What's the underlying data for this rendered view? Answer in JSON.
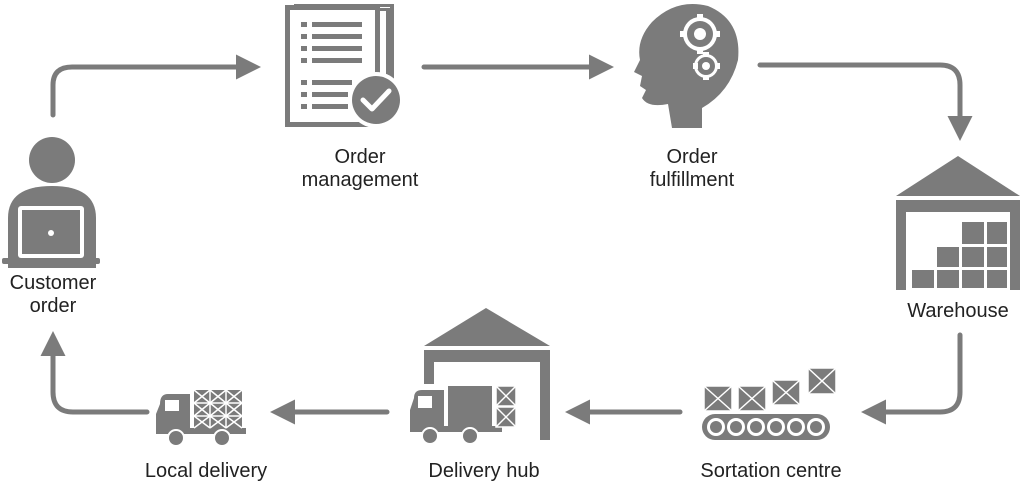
{
  "colors": {
    "icon": "#7b7b7b",
    "arrow": "#7b7b7b",
    "text": "#222222",
    "check": "#ffffff"
  },
  "nodes": {
    "customer_order": {
      "label_lines": [
        "Customer",
        "order"
      ],
      "icon": "person-laptop-icon"
    },
    "order_management": {
      "label_lines": [
        "Order",
        "management"
      ],
      "icon": "checklist-document-icon"
    },
    "order_fulfillment": {
      "label_lines": [
        "Order",
        "fulfillment"
      ],
      "icon": "head-gears-icon"
    },
    "warehouse": {
      "label_lines": [
        "Warehouse"
      ],
      "icon": "warehouse-icon"
    },
    "sortation_centre": {
      "label_lines": [
        "Sortation centre"
      ],
      "icon": "conveyor-boxes-icon"
    },
    "delivery_hub": {
      "label_lines": [
        "Delivery hub"
      ],
      "icon": "delivery-hub-icon"
    },
    "local_delivery": {
      "label_lines": [
        "Local delivery"
      ],
      "icon": "delivery-truck-icon"
    }
  },
  "edges": [
    {
      "from": "customer_order",
      "to": "order_management"
    },
    {
      "from": "order_management",
      "to": "order_fulfillment"
    },
    {
      "from": "order_fulfillment",
      "to": "warehouse"
    },
    {
      "from": "warehouse",
      "to": "sortation_centre"
    },
    {
      "from": "sortation_centre",
      "to": "delivery_hub"
    },
    {
      "from": "delivery_hub",
      "to": "local_delivery"
    },
    {
      "from": "local_delivery",
      "to": "customer_order"
    }
  ]
}
